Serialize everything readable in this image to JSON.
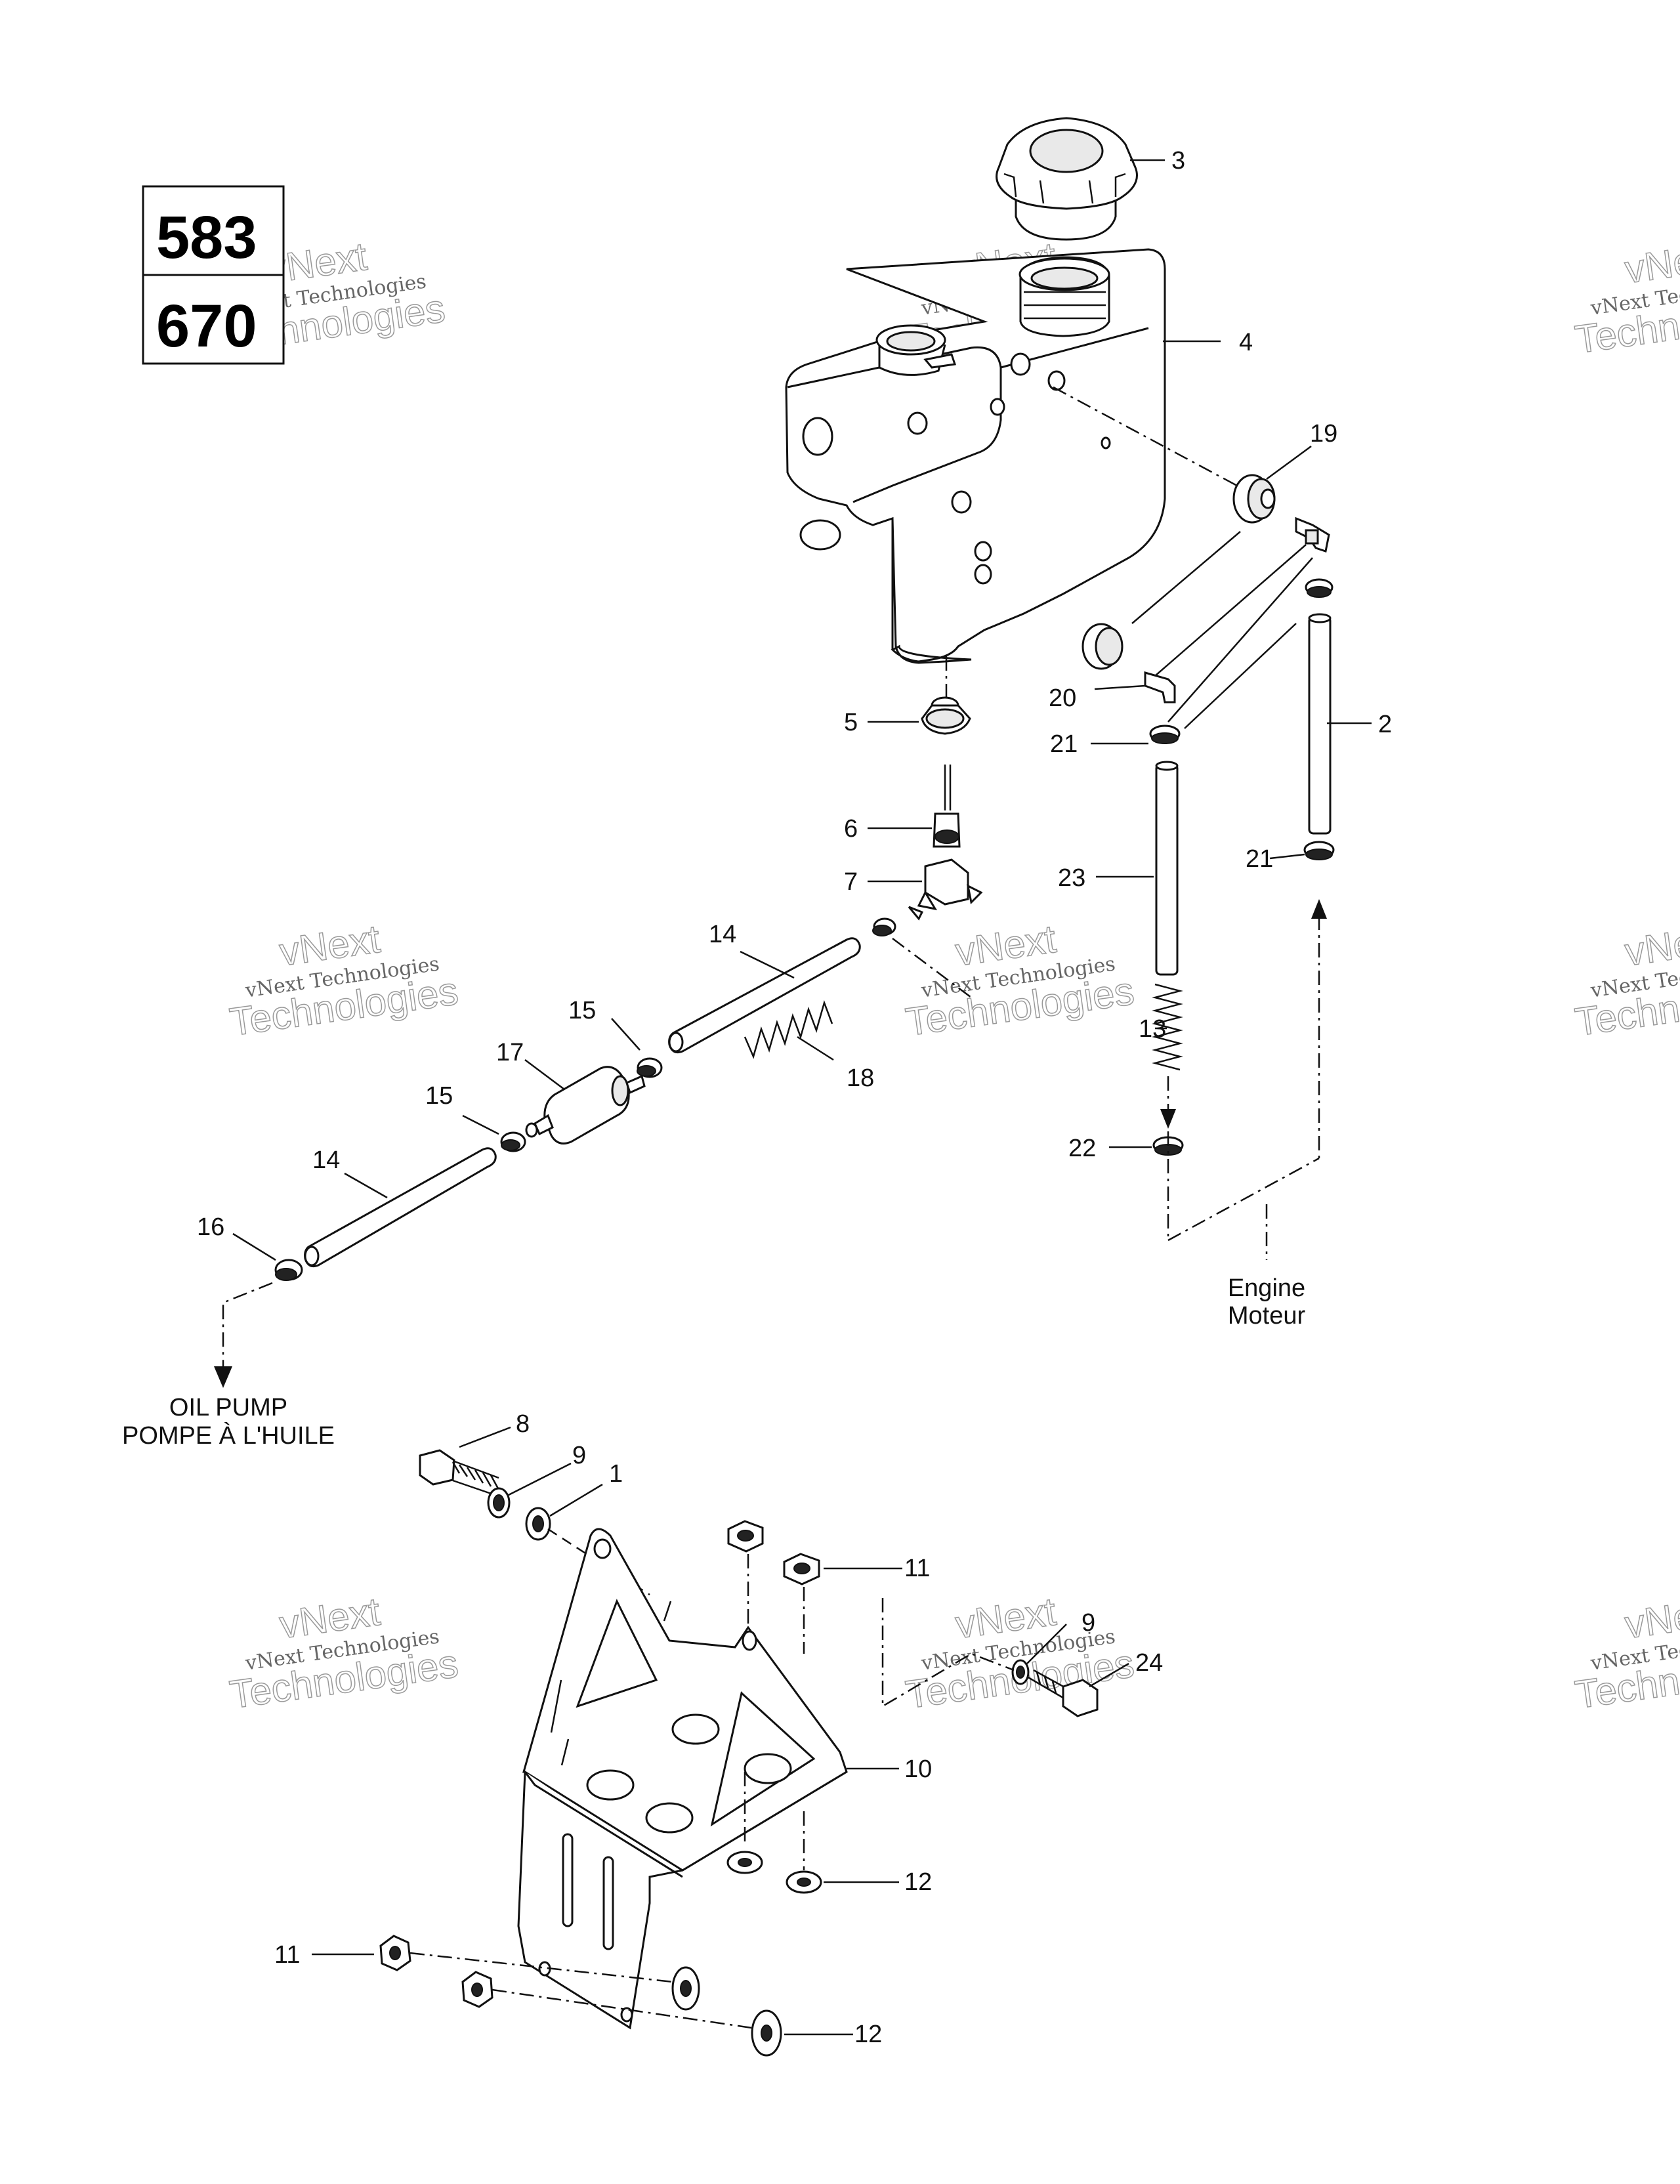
{
  "model_box": {
    "top": "583",
    "bottom": "670"
  },
  "callouts": {
    "c1": "1",
    "c2": "2",
    "c3": "3",
    "c4": "4",
    "c5": "5",
    "c6": "6",
    "c7": "7",
    "c8": "8",
    "c9a": "9",
    "c9b": "9",
    "c10": "10",
    "c11a": "11",
    "c11b": "11",
    "c12a": "12",
    "c12b": "12",
    "c13": "13",
    "c14a": "14",
    "c14b": "14",
    "c15a": "15",
    "c15b": "15",
    "c16": "16",
    "c17": "17",
    "c18": "18",
    "c19": "19",
    "c20": "20",
    "c21a": "21",
    "c21b": "21",
    "c22": "22",
    "c23": "23",
    "c24": "24"
  },
  "captions": {
    "engine": "Engine",
    "moteur": "Moteur",
    "oil_pump": "OIL PUMP",
    "pompe": "POMPE À L'HUILE"
  },
  "watermark": {
    "line1": "vNext",
    "line2": "vNext Technologies",
    "line3": "Technologies"
  }
}
